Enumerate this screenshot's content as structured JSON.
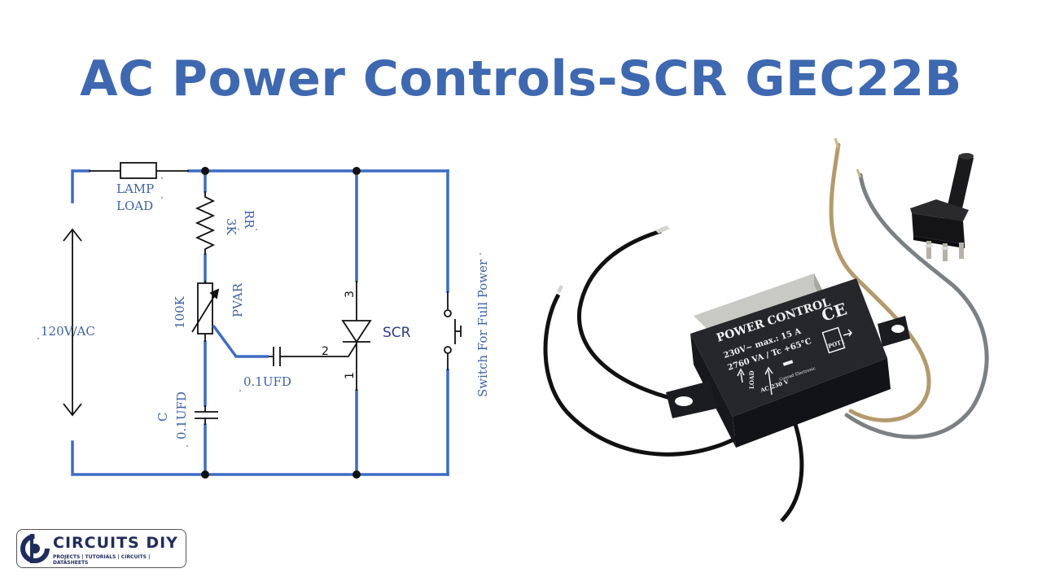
{
  "title": "AC Power Controls-SCR GEC22B",
  "colors": {
    "title": "#3e68b0",
    "wire": "#3d6cc4",
    "label": "#3d63a8",
    "component": "#111111",
    "module_body": "#1d1e22",
    "module_bracket": "#c9c9c4"
  },
  "schematic": {
    "lamp_line1": "LAMP",
    "lamp_line2": "LOAD",
    "resistor_value": "3K",
    "resistor_name": "RR",
    "pot_value": "100K",
    "pot_name": "PVAR",
    "supply": "120V/AC",
    "cap_series": "0.1UFD",
    "cap_shunt_name": "C",
    "cap_shunt_value": "0.1UFD",
    "scr_label": "SCR",
    "pin_anode": "3",
    "pin_gate": "2",
    "pin_cathode": "1",
    "switch_label": "Switch For Full Power"
  },
  "module": {
    "label_line1": "POWER CONTROL",
    "label_line2": "230V~  max.:  15 A",
    "label_line3": "2760 VA / Tc +65°C",
    "mark": "CE",
    "load_text": "LOAD",
    "ac_text": "AC 230 V",
    "pot_text": "POT1",
    "brand_text": "Conrad Electronic"
  },
  "logo": {
    "brand": "CIRCUITS DIY",
    "tagline": "PROJECTS | TUTORIALS | CIRCUITS | DATASHEETS"
  }
}
